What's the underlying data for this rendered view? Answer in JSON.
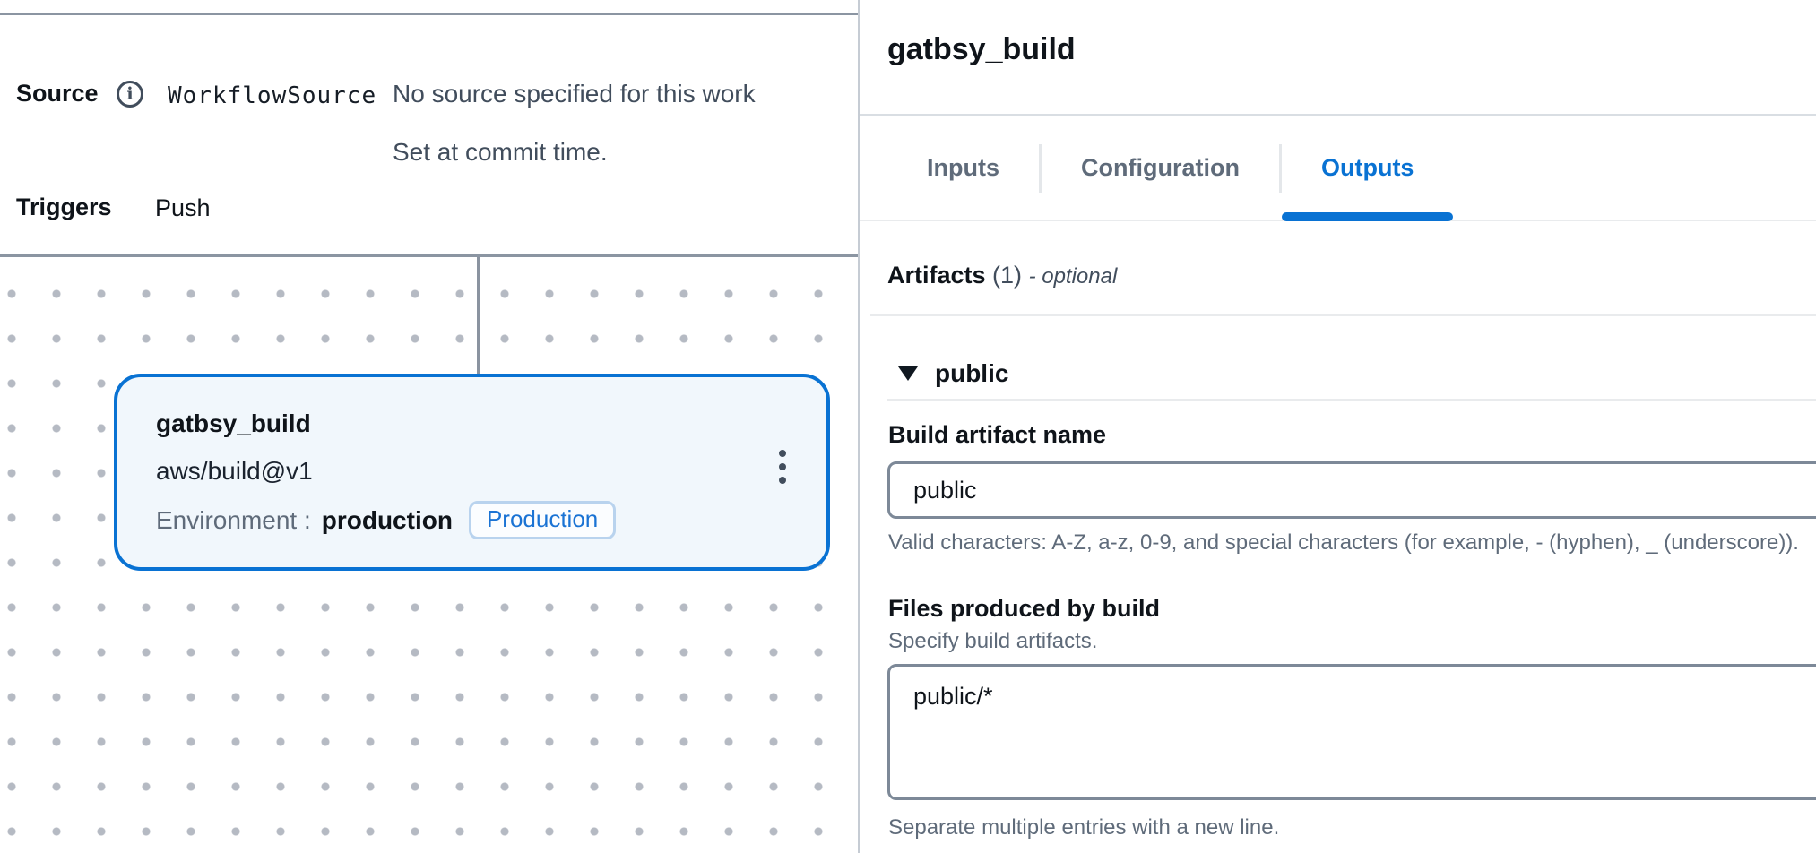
{
  "workflow": {
    "source": {
      "label": "Source",
      "name": "WorkflowSource",
      "message_line1": "No source specified for this work",
      "message_line2": "Set at commit time."
    },
    "triggers": {
      "label": "Triggers",
      "value": "Push"
    },
    "node": {
      "title": "gatbsy_build",
      "action_id": "aws/build@v1",
      "environment_label": "Environment :",
      "environment_value": "production",
      "badge": "Production"
    }
  },
  "panel": {
    "title": "gatbsy_build",
    "tabs": [
      {
        "label": "Inputs",
        "active": false
      },
      {
        "label": "Configuration",
        "active": false
      },
      {
        "label": "Outputs",
        "active": true
      }
    ],
    "artifacts_header": {
      "title": "Artifacts",
      "count": "(1)",
      "suffix": "- optional"
    },
    "artifact_section": {
      "name": "public"
    },
    "artifact_name_field": {
      "label": "Build artifact name",
      "value": "public",
      "constraint": "Valid characters: A-Z, a-z, 0-9, and special characters (for example, - (hyphen), _ (underscore))."
    },
    "files_field": {
      "label": "Files produced by build",
      "description": "Specify build artifacts.",
      "value": "public/*",
      "constraint": "Separate multiple entries with a new line."
    }
  },
  "colors": {
    "accent": "#0972d3",
    "node_border": "#0972d3",
    "node_bg": "#f1f7fc",
    "badge_border": "#b9d3ee",
    "badge_text": "#1a73d4",
    "rule_gray": "#8b95a2",
    "input_border": "#7d8998",
    "panel_edge": "#c6ccd4",
    "text_primary": "#0f141a",
    "text_secondary": "#414d5c",
    "text_muted": "#5f6b7a",
    "divider": "#e9ebed"
  }
}
